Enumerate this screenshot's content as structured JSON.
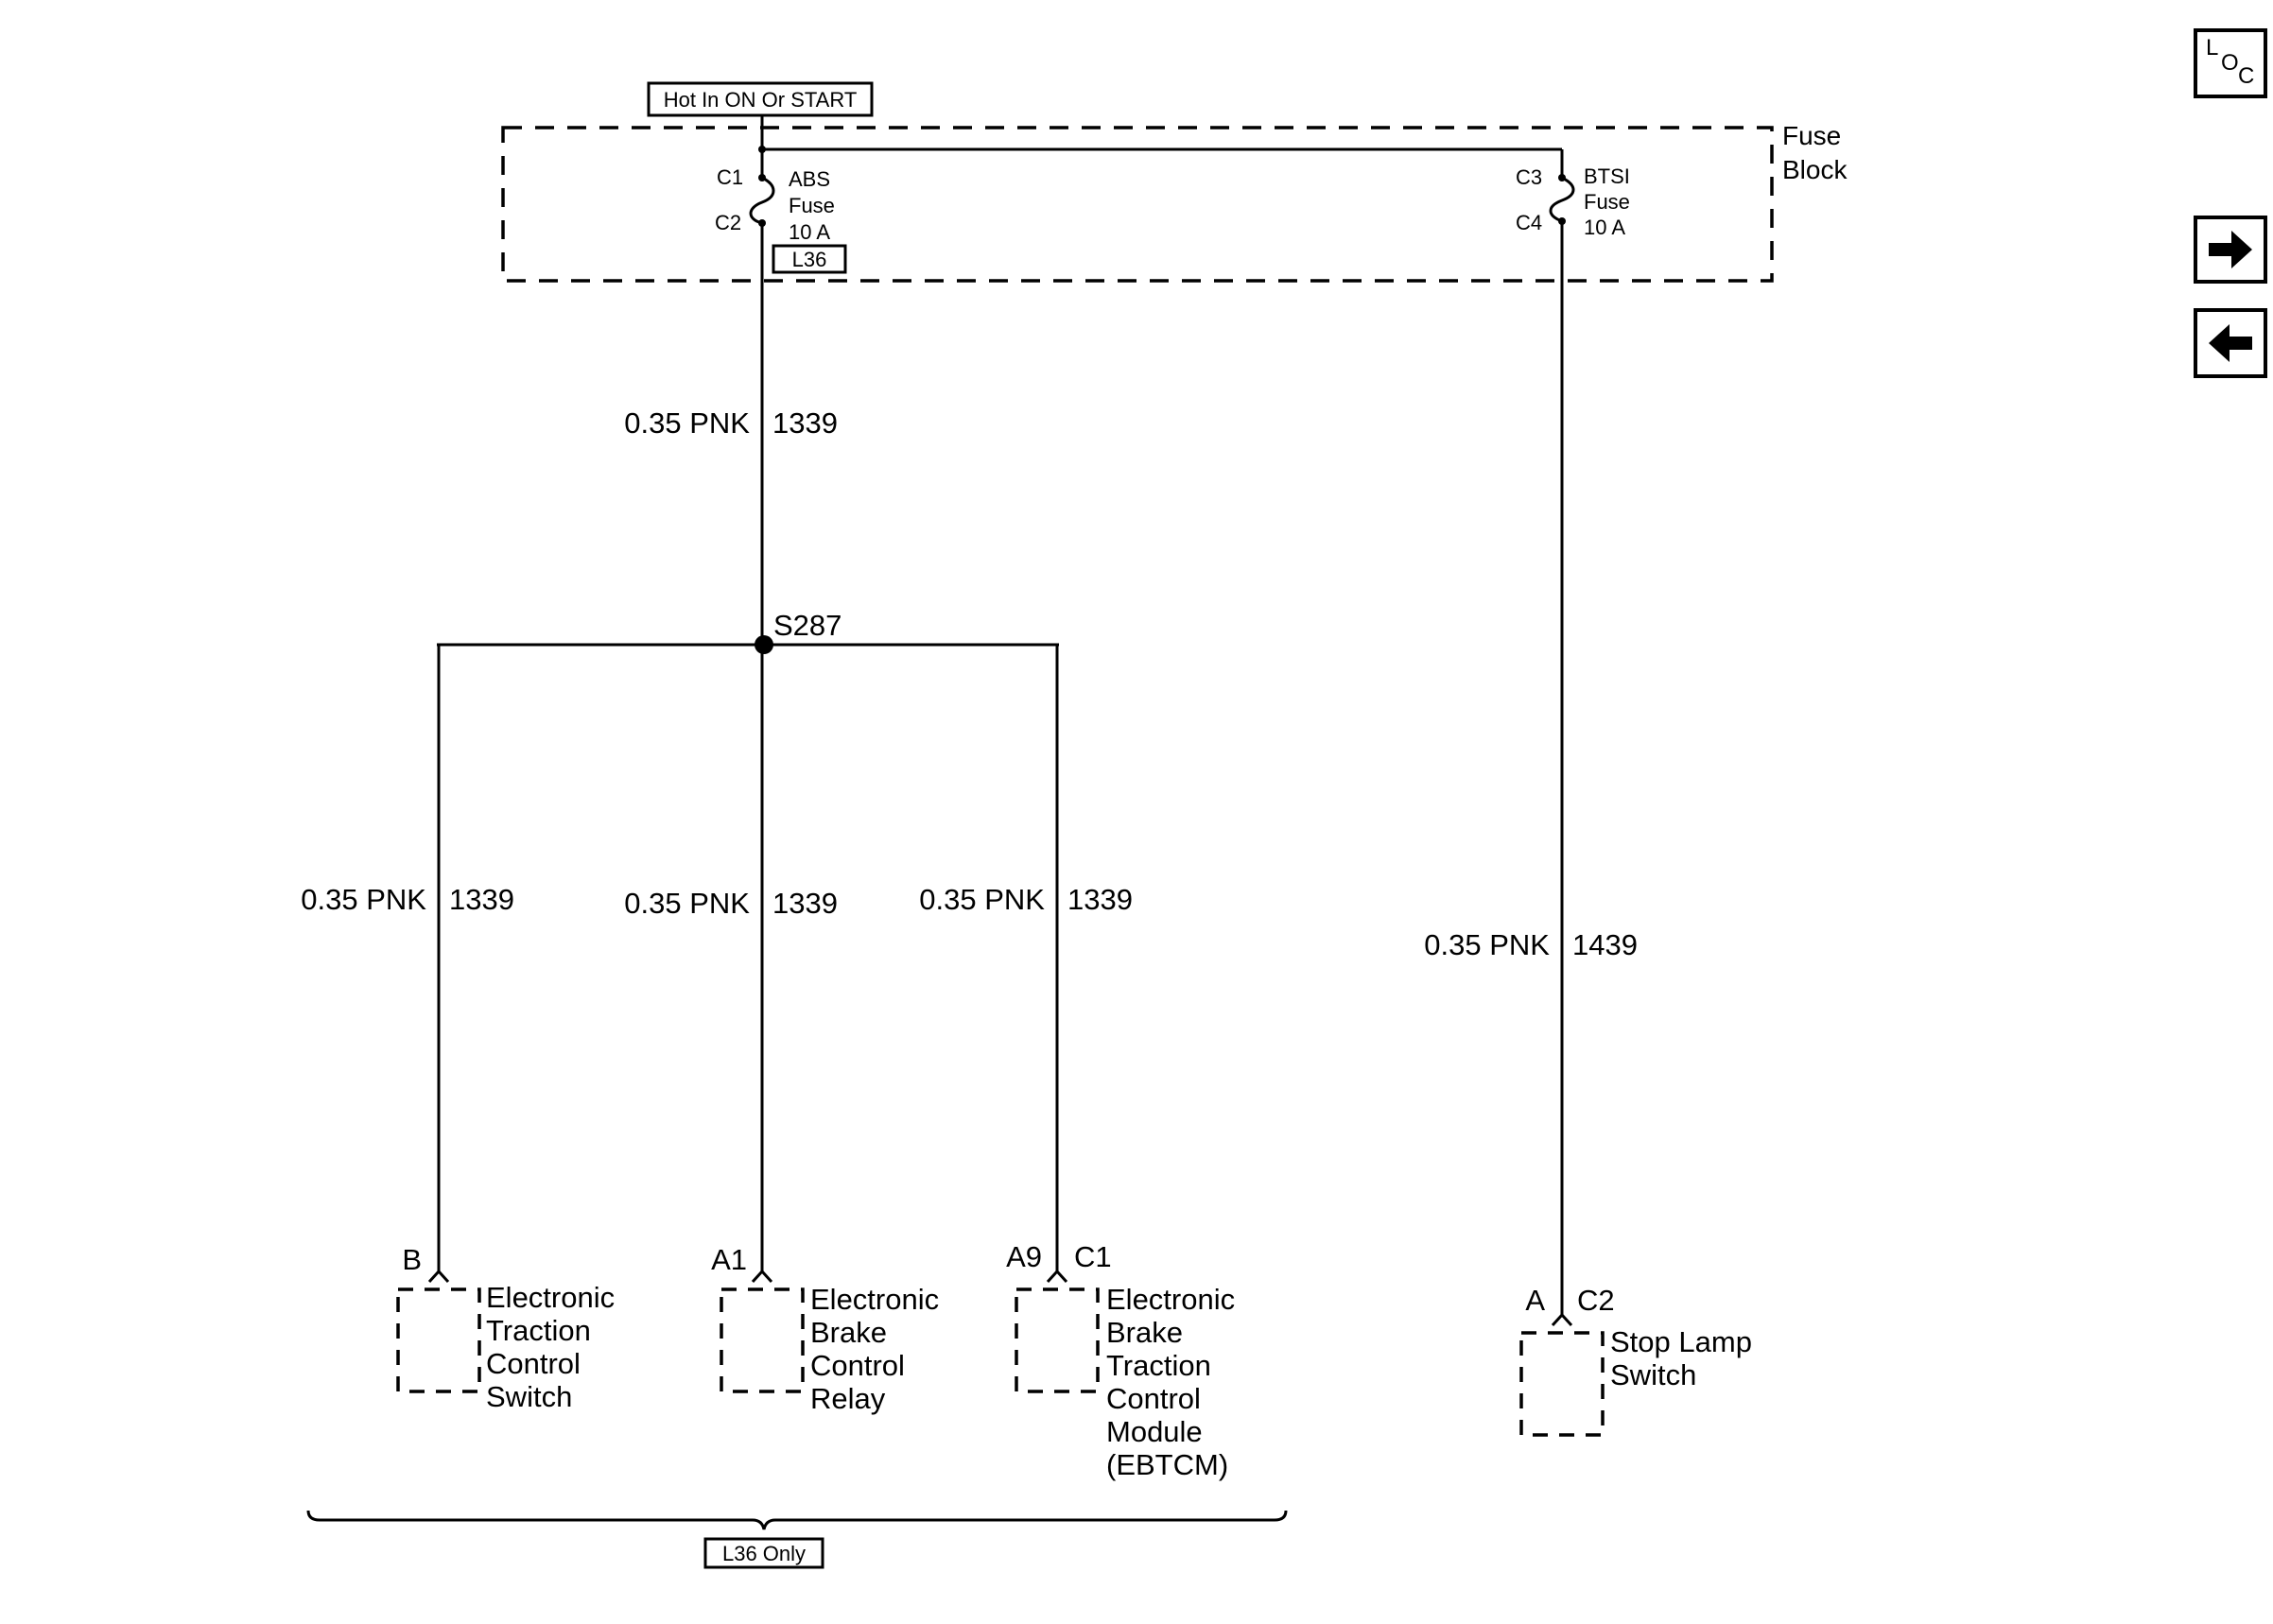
{
  "header": {
    "power_label": "Hot In ON Or START"
  },
  "fuse_block": {
    "label_line1": "Fuse",
    "label_line2": "Block",
    "abs_fuse": {
      "in_pin": "C1",
      "out_pin": "C2",
      "name": "ABS",
      "line2": "Fuse",
      "rating": "10 A",
      "option": "L36"
    },
    "btsi_fuse": {
      "in_pin": "C3",
      "out_pin": "C4",
      "name": "BTSI",
      "line2": "Fuse",
      "rating": "10 A"
    }
  },
  "splice": {
    "name": "S287"
  },
  "wires": {
    "feed": {
      "gauge_color": "0.35 PNK",
      "circuit": "1339"
    },
    "etcs": {
      "gauge_color": "0.35 PNK",
      "circuit": "1339"
    },
    "ebcr": {
      "gauge_color": "0.35 PNK",
      "circuit": "1339"
    },
    "ebtcm": {
      "gauge_color": "0.35 PNK",
      "circuit": "1339"
    },
    "stop": {
      "gauge_color": "0.35 PNK",
      "circuit": "1439"
    }
  },
  "components": {
    "etcs": {
      "pin": "B",
      "connector": "",
      "lines": [
        "Electronic",
        "Traction",
        "Control",
        "Switch"
      ]
    },
    "ebcr": {
      "pin": "A1",
      "connector": "",
      "lines": [
        "Electronic",
        "Brake",
        "Control",
        "Relay"
      ]
    },
    "ebtcm": {
      "pin": "A9",
      "connector": "C1",
      "lines": [
        "Electronic",
        "Brake",
        "Traction",
        "Control",
        "Module",
        "(EBTCM)"
      ]
    },
    "stop": {
      "pin": "A",
      "connector": "C2",
      "lines": [
        "Stop Lamp",
        "Switch"
      ]
    }
  },
  "option_bracket": {
    "label": "L36 Only"
  },
  "nav": {
    "loc_l": "L",
    "loc_o": "O",
    "loc_c": "C",
    "next_icon": "arrow-right-icon",
    "prev_icon": "arrow-left-icon"
  }
}
